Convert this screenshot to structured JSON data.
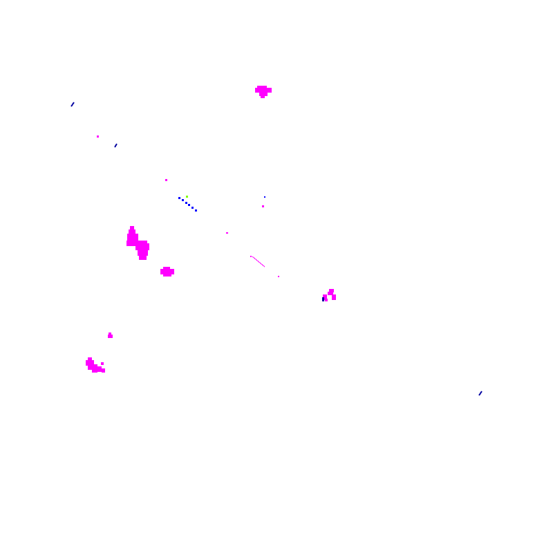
{
  "map": {
    "background": "#ffffff",
    "classes": [
      {
        "id": "magenta",
        "color": "#ff00ff"
      },
      {
        "id": "blue",
        "color": "#0000ff"
      },
      {
        "id": "navy",
        "color": "#0000a0"
      },
      {
        "id": "lime",
        "color": "#80ff00"
      }
    ]
  }
}
